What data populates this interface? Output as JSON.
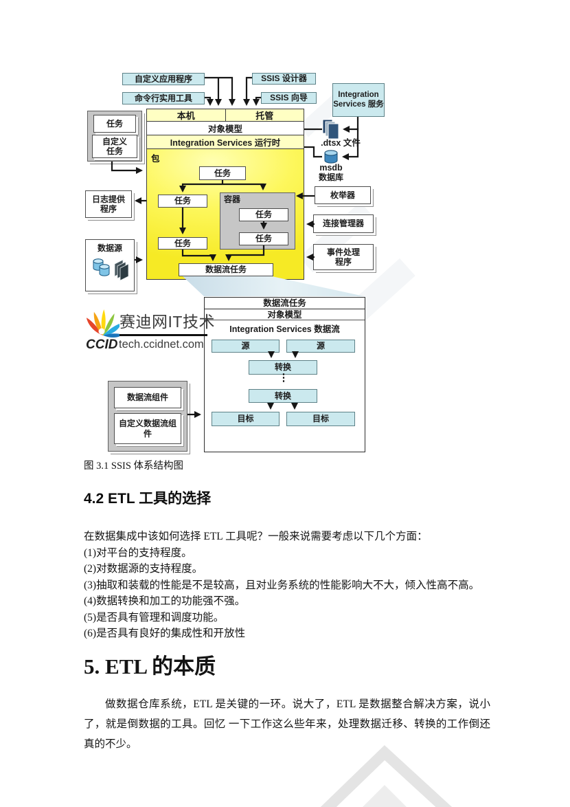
{
  "diagram": {
    "labels": {
      "custom_app": "自定义应用程序",
      "cmd_tool": "命令行实用工具",
      "ssis_designer": "SSIS 设计器",
      "ssis_wizard": "SSIS 向导",
      "is_service": "Integration Services 服务",
      "native": "本机",
      "managed": "托管",
      "object_model": "对象模型",
      "runtime": "Integration Services 运行时",
      "package": "包",
      "task": "任务",
      "custom_task": "自定义任务",
      "container": "容器",
      "dataflow_task": "数据流任务",
      "log_provider": "日志提供程序",
      "data_source": "数据源",
      "dtsx_file": ".dtsx 文件",
      "msdb_line1": "msdb",
      "msdb_line2": "数据库",
      "enumerator": "枚举器",
      "connection_manager": "连接管理器",
      "event_handler": "事件处理程序",
      "is_dataflow": "Integration Services 数据流",
      "source": "源",
      "transform": "转换",
      "target": "目标",
      "dots": "⋮",
      "dataflow_component": "数据流组件",
      "custom_dataflow_component": "自定义数据流组件"
    },
    "logo": {
      "brand": "赛迪网IT技术",
      "ccid": "CCID",
      "site": "tech.ccidnet.com"
    },
    "colors": {
      "cyan": "#cbe9ee",
      "pale_yellow": "#ffffc3",
      "yellow_light": "#ffffb2",
      "yellow_deep": "#f6ea25",
      "gray_fill": "#c6c6c6",
      "arrow": "#161616"
    }
  },
  "document": {
    "figure_caption": "图 3.1 SSIS 体系结构图",
    "section_heading": "4.2 ETL 工具的选择",
    "intro": "在数据集成中该如何选择 ETL 工具呢？一般来说需要考虑以下几个方面：",
    "criteria": [
      "(1)对平台的支持程度。",
      "(2)对数据源的支持程度。",
      "(3)抽取和装载的性能是不是较高，且对业务系统的性能影响大不大，倾入性高不高。",
      "(4)数据转换和加工的功能强不强。",
      "(5)是否具有管理和调度功能。",
      "(6)是否具有良好的集成性和开放性"
    ],
    "chapter_heading": "5. ETL 的本质",
    "chapter_paragraph": "做数据仓库系统，ETL 是关键的一环。说大了，ETL 是数据整合解决方案，说小了，就是倒数据的工具。回忆 一下工作这么些年来，处理数据迁移、转换的工作倒还真的不少。"
  }
}
